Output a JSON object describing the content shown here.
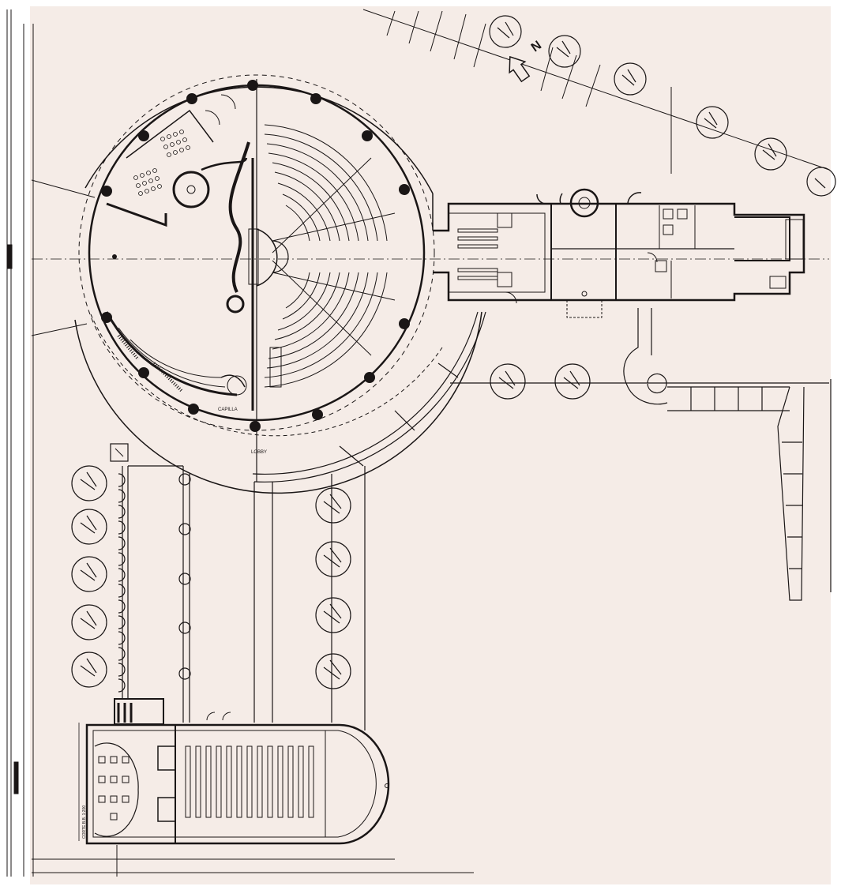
{
  "drawing": {
    "type": "architectural site and floor plan",
    "paper_color": "#f5ece7",
    "ink_color": "#1a1616",
    "background_color": "#ffffff"
  },
  "north_arrow": {
    "letter": "N",
    "icon": "north-arrow-icon"
  },
  "labels": {
    "entrance_label": "LOBBY",
    "small_room_label": "CAPILLA",
    "side_note": "CORTE B.B. 1:200"
  },
  "icons": [
    "north-arrow-icon",
    "tree-icon",
    "column-icon",
    "door-swing-icon"
  ]
}
